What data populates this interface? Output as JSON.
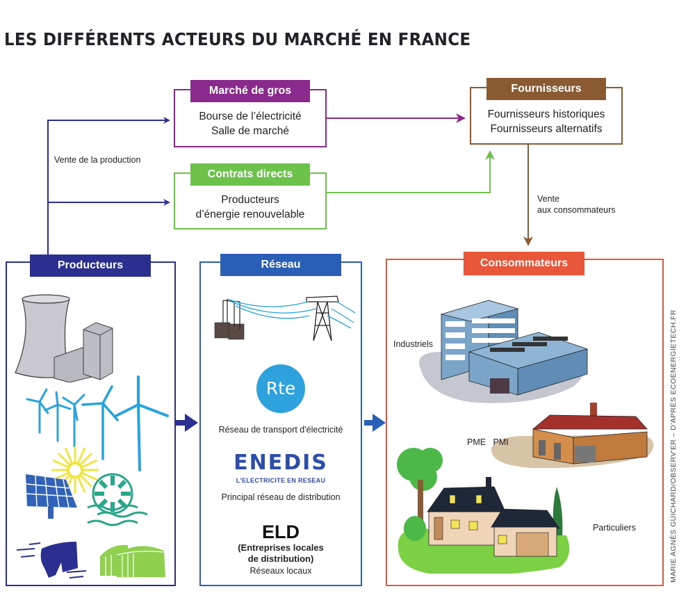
{
  "title": "LES DIFFÉRENTS ACTEURS DU MARCHÉ EN FRANCE",
  "colors": {
    "producteurs": "#2b2f8f",
    "reseau": "#2a5fb8",
    "consommateurs": "#e8573a",
    "marche_de_gros": "#8a2a8c",
    "contrats_directs": "#6cc24a",
    "fournisseurs": "#8a5a33",
    "arrow_blue": "#2b2f8f",
    "arrow_purple": "#8a2a8c",
    "arrow_green": "#6cc24a",
    "arrow_brown": "#8a5a33"
  },
  "marche_de_gros": {
    "tag": "Marché de gros",
    "lines": [
      "Bourse de l’électricité",
      "Salle de marché"
    ]
  },
  "contrats_directs": {
    "tag": "Contrats directs",
    "lines": [
      "Producteurs",
      "d’énergie renouvelable"
    ]
  },
  "fournisseurs": {
    "tag": "Fournisseurs",
    "lines": [
      "Fournisseurs historiques",
      "Fournisseurs alternatifs"
    ]
  },
  "flow_labels": {
    "vente_production": "Vente de la production",
    "vente_consommateurs_1": "Vente",
    "vente_consommateurs_2": "aux consommateurs"
  },
  "producteurs": {
    "tag": "Producteurs",
    "icons": [
      "nuclear-plant",
      "wind-turbines",
      "solar-panel",
      "sun",
      "tidal-turbine",
      "hydro-dam",
      "biogas-digesters"
    ]
  },
  "reseau": {
    "tag": "Réseau",
    "rte_logo": "Rte",
    "rte_caption": "Réseau de transport d'électricité",
    "enedis_logo": "ENEDIS",
    "enedis_tagline": "L'ELECTRICITE EN RESEAU",
    "enedis_caption": "Principal réseau de distribution",
    "eld_title": "ELD",
    "eld_sub1": "(Entreprises locales",
    "eld_sub2": "de distribution)",
    "eld_caption": "Réseaux locaux"
  },
  "consommateurs": {
    "tag": "Consommateurs",
    "industriels": "Industriels",
    "pme_pmi": "PME   PMI",
    "particuliers": "Particuliers"
  },
  "credit": "MARIE AGNÈS GUICHARD/OBSERV'ER – D'APRÈS ECOENERGIETECH.FR"
}
